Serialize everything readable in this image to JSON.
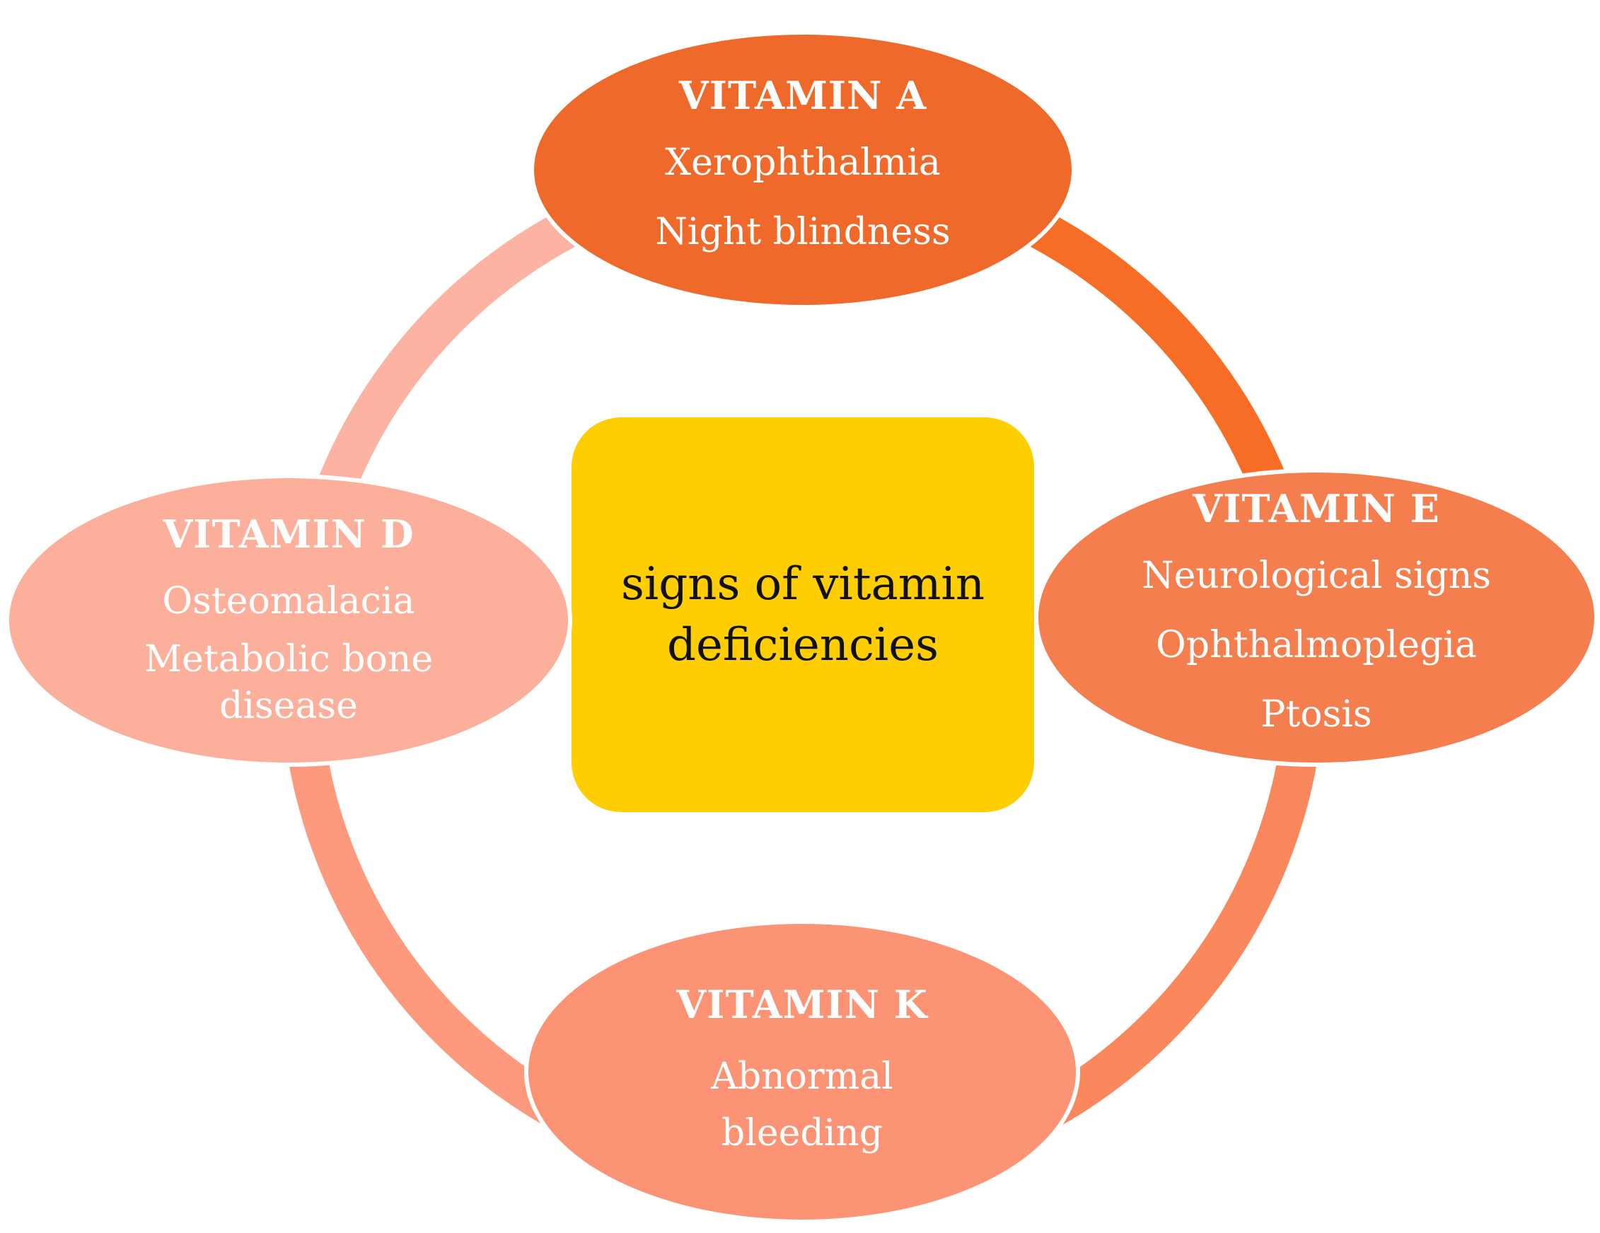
{
  "center": {
    "title": "signs of vitamin deficiencies",
    "color": "#fece00"
  },
  "nodes": {
    "vitamin_a": {
      "heading": "VITAMIN A",
      "signs": [
        "Xerophthalmia",
        "Night blindness"
      ],
      "color": "#ef6a2a"
    },
    "vitamin_e": {
      "heading": "VITAMIN E",
      "signs": [
        "Neurological signs",
        "Ophthalmoplegia",
        "Ptosis"
      ],
      "color": "#f47e4e"
    },
    "vitamin_k": {
      "heading": "VITAMIN K",
      "signs": [
        "Abnormal bleeding"
      ],
      "sign_lines": [
        "Abnormal",
        "bleeding"
      ],
      "color": "#fd9375"
    },
    "vitamin_d": {
      "heading": "VITAMIN D",
      "signs": [
        "Osteomalacia",
        "Metabolic bone disease"
      ],
      "sign_lines": [
        "Metabolic bone",
        "disease"
      ],
      "color": "#fcaf9b"
    }
  },
  "ring_colors": {
    "a_to_e": "#f86d26",
    "e_to_k": "#fb875c",
    "k_to_d": "#fd9a7d",
    "d_to_a": "#fdb3a1"
  }
}
